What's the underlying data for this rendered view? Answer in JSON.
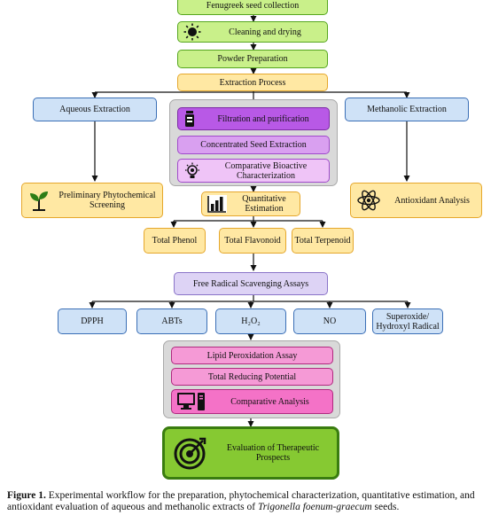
{
  "steps": {
    "collection": "Fenugreek seed collection",
    "cleaning": "Cleaning and drying",
    "powder": "Powder Preparation",
    "extraction": "Extraction Process",
    "aqueous": "Aqueous Extraction",
    "methanolic": "Methanolic Extraction",
    "filtration": "Filtration and purification",
    "concentrated": "Concentrated Seed Extraction",
    "comparative_bio": "Comparative Bioactive Characterization",
    "prelim": "Preliminary Phytochemical Screening",
    "antioxidant": "Antioxidant Analysis",
    "quant": "Quantitative Estimation",
    "phenol": "Total Phenol",
    "flavonoid": "Total Flavonoid",
    "terpenoid": "Total Terpenoid",
    "free_radical": "Free Radical Scavenging Assays",
    "dpph": "DPPH",
    "abts": "ABTs",
    "h2o2": "H₂O₂",
    "no": "NO",
    "superoxide": "Superoxide/ Hydroxyl Radical",
    "lipid": "Lipid Peroxidation Assay",
    "reducing": "Total Reducing Potential",
    "comparative": "Comparative Analysis",
    "evaluation": "Evaluation of Therapeutic Prospects"
  },
  "icons": {
    "cleaning": "sun-icon",
    "filtration": "filter-flask-icon",
    "comparative_bio": "lightbulb-gear-icon",
    "prelim": "plant-sprout-icon",
    "antioxidant": "atom-icon",
    "quant": "bar-chart-icon",
    "comparative": "computer-icon",
    "evaluation": "target-icon"
  },
  "caption": {
    "label": "Figure 1.",
    "text": " Experimental workflow for the preparation, phytochemical characterization, quantitative estimation, and antioxidant evaluation of aqueous and methanolic extracts of ",
    "species": "Trigonella foenum-graecum",
    "tail": " seeds."
  }
}
